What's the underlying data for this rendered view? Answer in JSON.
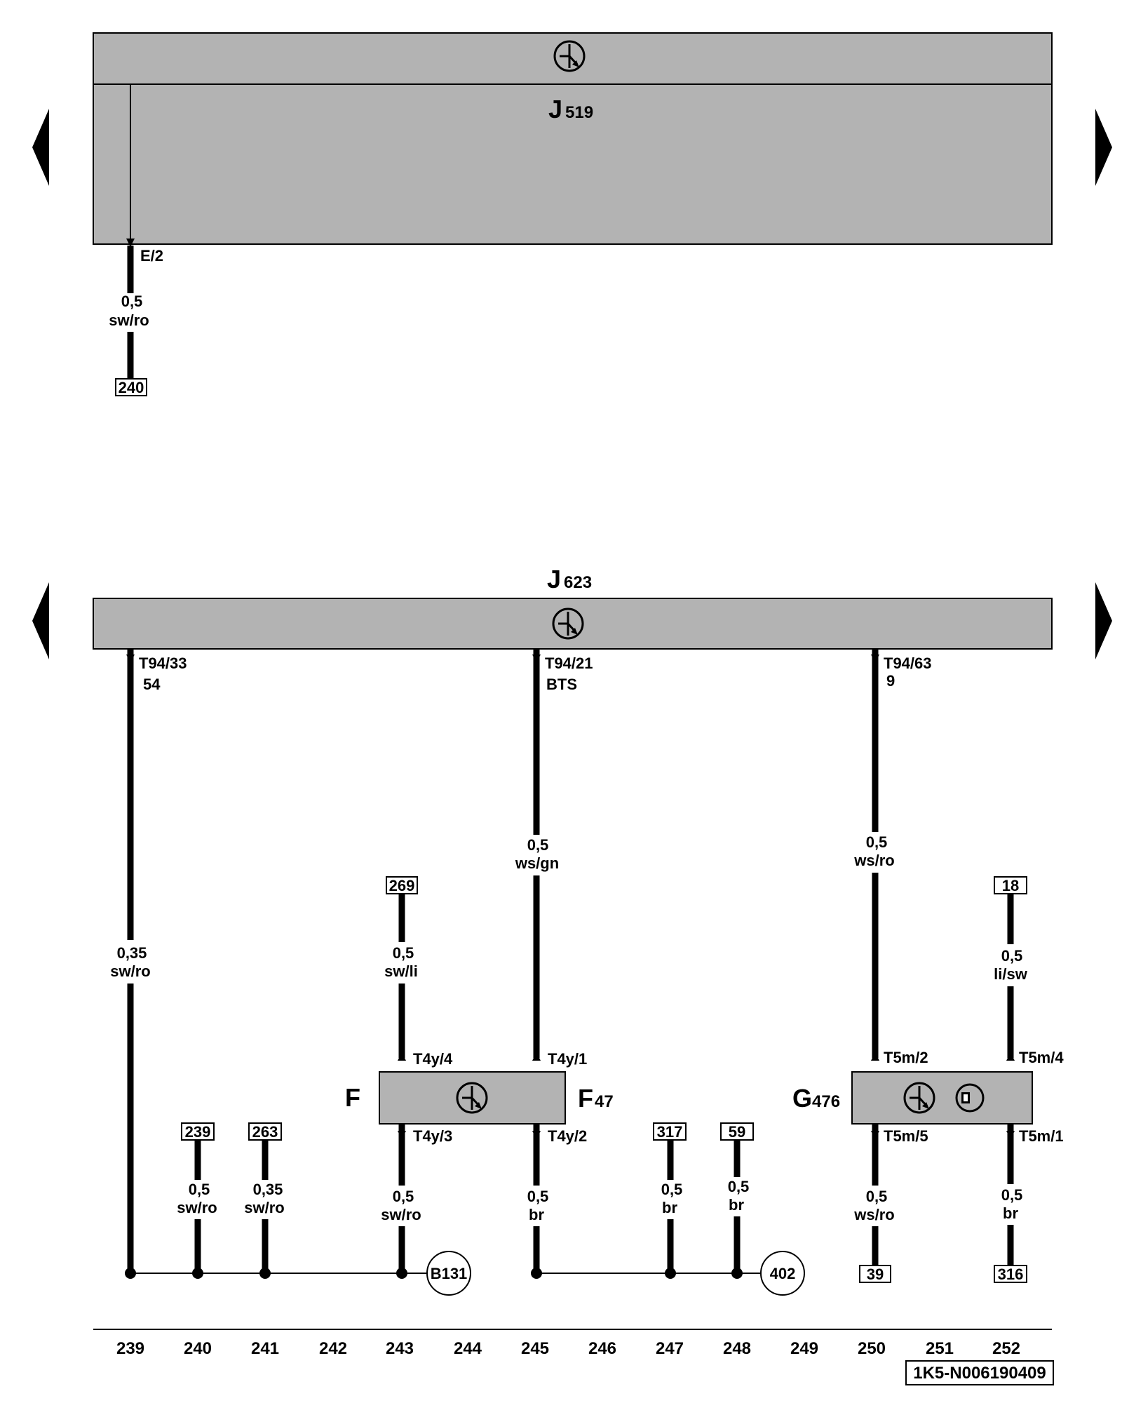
{
  "modules": {
    "j519": {
      "letter": "J",
      "number": "519",
      "pin": "E/2"
    },
    "j623": {
      "letter": "J",
      "number": "623",
      "pins": [
        {
          "id": "T94/33",
          "sub": "54"
        },
        {
          "id": "T94/21",
          "sub": "BTS"
        },
        {
          "id": "T94/63",
          "sub": "9"
        }
      ]
    },
    "f": {
      "letter": "F",
      "pins": [
        "T4y/4",
        "T4y/1",
        "T4y/3",
        "T4y/2"
      ]
    },
    "f47": {
      "letter": "F",
      "number": "47"
    },
    "g476": {
      "letter": "G",
      "number": "476",
      "pins": [
        "T5m/2",
        "T5m/4",
        "T5m/5",
        "T5m/1"
      ]
    }
  },
  "wires": {
    "j519_e2": {
      "size": "0,5",
      "color": "sw/ro",
      "ref": "240"
    },
    "t94_33": {
      "size": "0,35",
      "color": "sw/ro"
    },
    "t94_21": {
      "size": "0,5",
      "color": "ws/gn"
    },
    "t94_63": {
      "size": "0,5",
      "color": "ws/ro"
    },
    "ref269": {
      "ref": "269",
      "size": "0,5",
      "color": "sw/li"
    },
    "ref18": {
      "ref": "18",
      "size": "0,5",
      "color": "li/sw"
    },
    "ref239": {
      "ref": "239",
      "size": "0,5",
      "color": "sw/ro"
    },
    "ref263": {
      "ref": "263",
      "size": "0,35",
      "color": "sw/ro"
    },
    "t4y3": {
      "size": "0,5",
      "color": "sw/ro"
    },
    "t4y2": {
      "size": "0,5",
      "color": "br"
    },
    "ref317": {
      "ref": "317",
      "size": "0,5",
      "color": "br"
    },
    "ref59": {
      "ref": "59",
      "size": "0,5",
      "color": "br"
    },
    "t5m5": {
      "size": "0,5",
      "color": "ws/ro",
      "ref": "39"
    },
    "t5m1": {
      "size": "0,5",
      "color": "br",
      "ref": "316"
    }
  },
  "grounds": [
    "B131",
    "402"
  ],
  "columns": [
    "239",
    "240",
    "241",
    "242",
    "243",
    "244",
    "245",
    "246",
    "247",
    "248",
    "249",
    "250",
    "251",
    "252"
  ],
  "doc_id": "1K5-N006190409",
  "colors": {
    "module_fill": "#b3b3b3",
    "line": "#000000",
    "background": "#ffffff"
  },
  "icons": [
    "arrow-left-icon",
    "arrow-right-icon",
    "control-unit-symbol-icon",
    "sensor-symbol-icon"
  ]
}
